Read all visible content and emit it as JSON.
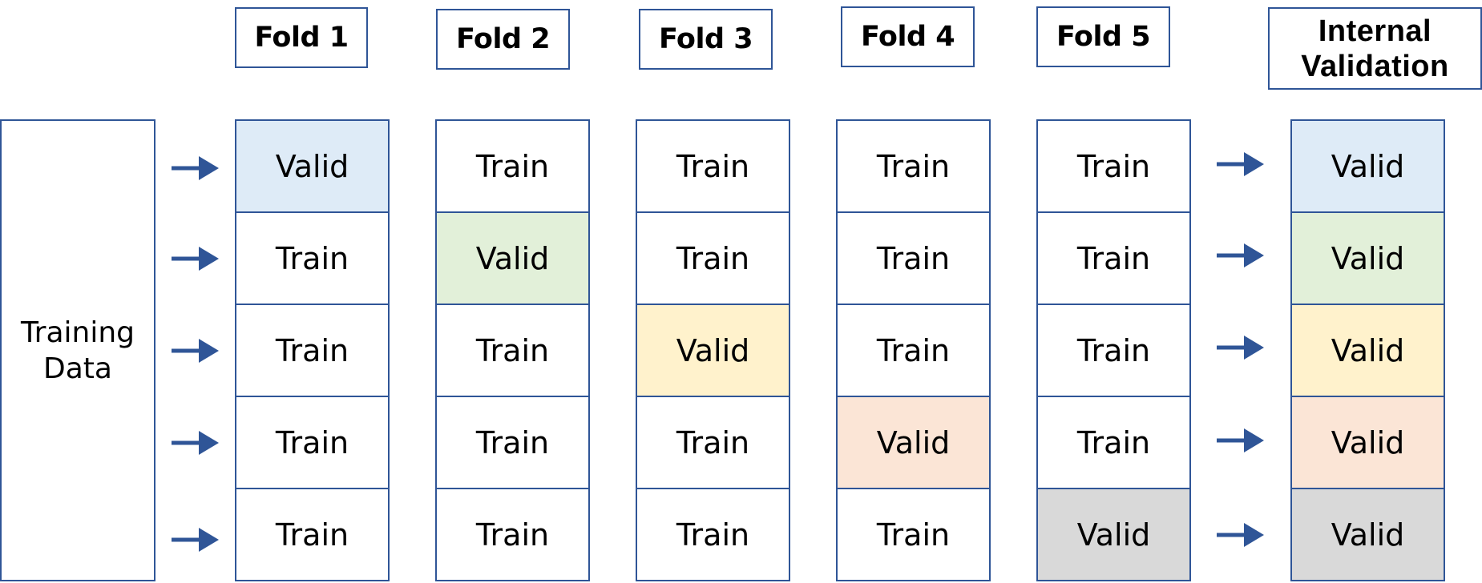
{
  "training": {
    "label": "Training\nData"
  },
  "headers": [
    "Fold 1",
    "Fold 2",
    "Fold 3",
    "Fold 4",
    "Fold 5",
    "Internal\nValidation"
  ],
  "folds": [
    [
      "Valid",
      "Train",
      "Train",
      "Train",
      "Train"
    ],
    [
      "Train",
      "Valid",
      "Train",
      "Train",
      "Train"
    ],
    [
      "Train",
      "Train",
      "Valid",
      "Train",
      "Train"
    ],
    [
      "Train",
      "Train",
      "Train",
      "Valid",
      "Train"
    ],
    [
      "Train",
      "Train",
      "Train",
      "Train",
      "Valid"
    ]
  ],
  "internal_validation": [
    "Valid",
    "Valid",
    "Valid",
    "Valid",
    "Valid"
  ],
  "colors": {
    "border": "#2f5597",
    "arrow": "#2f5597",
    "train": "#ffffff",
    "valid_fills": [
      "#deebf7",
      "#e2f0d9",
      "#fff2cc",
      "#fbe5d6",
      "#d9d9d9"
    ]
  }
}
